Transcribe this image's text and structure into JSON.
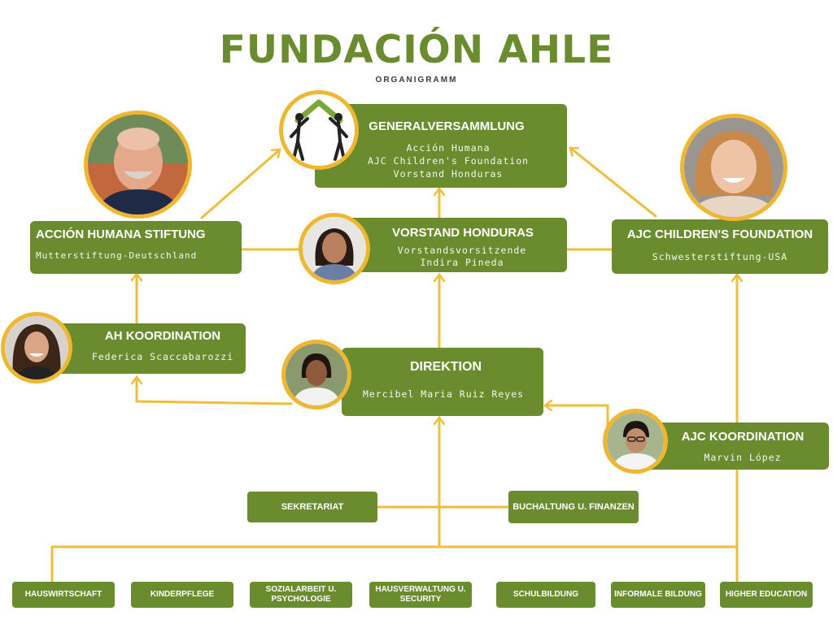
{
  "title": "FUNDACIÓN AHLE",
  "subtitle": "ORGANIGRAMM",
  "colors": {
    "green": "#6a8c2f",
    "line": "#efbe3b",
    "ring": "#efb62f",
    "text": "#ffffff"
  },
  "nodes": {
    "generalversammlung": {
      "title": "GENERALVERSAMMLUNG",
      "lines": [
        "Acción Humana",
        "AJC Children's Foundation",
        "Vorstand Honduras"
      ]
    },
    "accion": {
      "title": "ACCIÓN HUMANA STIFTUNG",
      "lines": [
        "Mutterstiftung-Deutschland"
      ]
    },
    "vorstand": {
      "title": "VORSTAND HONDURAS",
      "lines": [
        "Vorstandsvorsitzende",
        "Indira Pineda"
      ]
    },
    "ajc": {
      "title": "AJC CHILDREN'S FOUNDATION",
      "lines": [
        "Schwesterstiftung-USA"
      ]
    },
    "ah_koord": {
      "title": "AH KOORDINATION",
      "lines": [
        "Federica Scaccabarozzi"
      ]
    },
    "direktion": {
      "title": "DIREKTION",
      "lines": [
        "Mercibel Maria Ruiz Reyes"
      ]
    },
    "ajc_koord": {
      "title": "AJC KOORDINATION",
      "lines": [
        "Marvin López"
      ]
    }
  },
  "offices": {
    "sekretariat": "SEKRETARIAT",
    "buchhaltung": "BUCHALTUNG U. FINANZEN"
  },
  "departments": [
    "HAUSWIRTSCHAFT",
    "KINDERPFLEGE",
    "SOZIALARBEIT U. PSYCHOLOGIE",
    "HAUSVERWALTUNG U. SECURITY",
    "SCHULBILDUNG",
    "INFORMALE BILDUNG",
    "HIGHER EDUCATION"
  ],
  "icons": {
    "logo": "house-people-logo-icon",
    "portraits": [
      "accion-portrait",
      "ajc-portrait",
      "vorstand-portrait",
      "ah-koordination-portrait",
      "direktion-portrait",
      "ajc-koordination-portrait"
    ]
  }
}
